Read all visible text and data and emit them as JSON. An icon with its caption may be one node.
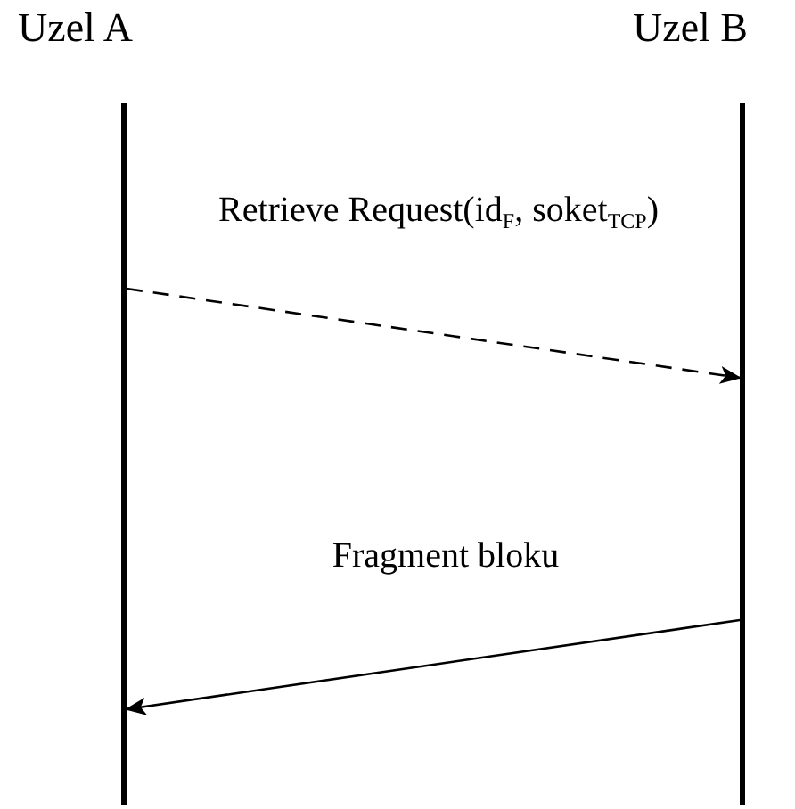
{
  "diagram": {
    "nodes": [
      {
        "text": [
          "Uzel A"
        ]
      },
      {
        "text": [
          "Uzel B"
        ]
      },
      {
        "text": [],
        "shape": "bar"
      },
      {
        "text": [],
        "shape": "bar"
      }
    ],
    "edges": [
      {
        "from": 2,
        "to": 3,
        "arrow": "to",
        "style": "dashed",
        "label": "Retrieve Request(id$_{F}$, soket$_{TCP}$)"
      },
      {
        "from": 3,
        "to": 2,
        "arrow": "to",
        "label": "Fragment bloku"
      }
    ]
  }
}
